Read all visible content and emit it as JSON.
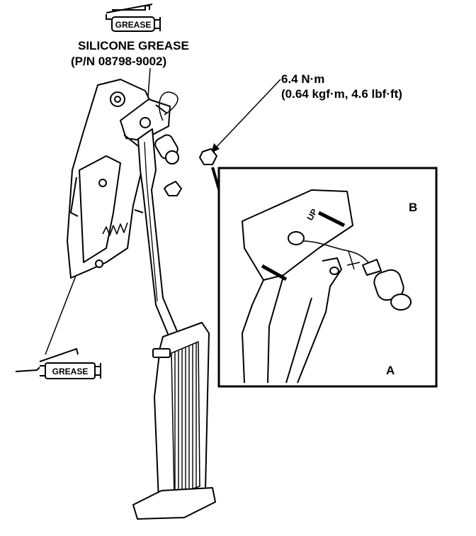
{
  "labels": {
    "silicone_grease": "SILICONE GREASE",
    "part_number": "(P/N 08798-9002)",
    "torque_value": "6.4 N·m",
    "torque_alt": "(0.64 kgf·m, 4.6 lbf·ft)",
    "callout_a": "A",
    "callout_b": "B",
    "detail_up_mark": "UP"
  },
  "grease_gun_top": {
    "label": "GREASE"
  },
  "grease_gun_bottom": {
    "label": "GREASE"
  },
  "colors": {
    "ink": "#000000",
    "paper": "#ffffff"
  }
}
